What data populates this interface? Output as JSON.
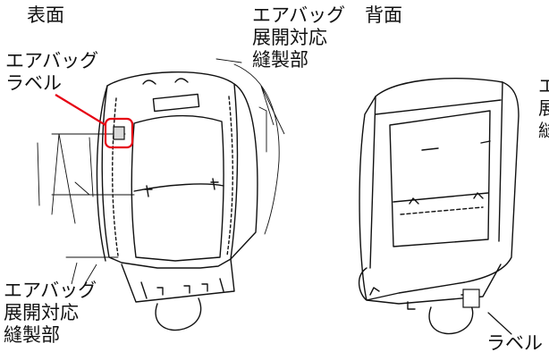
{
  "diagram": {
    "front_title": "表面",
    "back_title": "背面",
    "airbag_label_callout": [
      "エアバッグ",
      "ラベル"
    ],
    "top_sewing_callout": [
      "エアバッグ",
      "展開対応",
      "縫製部"
    ],
    "bottom_sewing_callout": [
      "エアバッグ",
      "展開対応",
      "縫製部"
    ],
    "right_partial_callout": [
      "エ",
      "展",
      "縫"
    ],
    "back_label_callout": "ラベル",
    "highlight_color": "#e60012",
    "line_color": "#111111",
    "shade_color": "#d9d9d9"
  }
}
